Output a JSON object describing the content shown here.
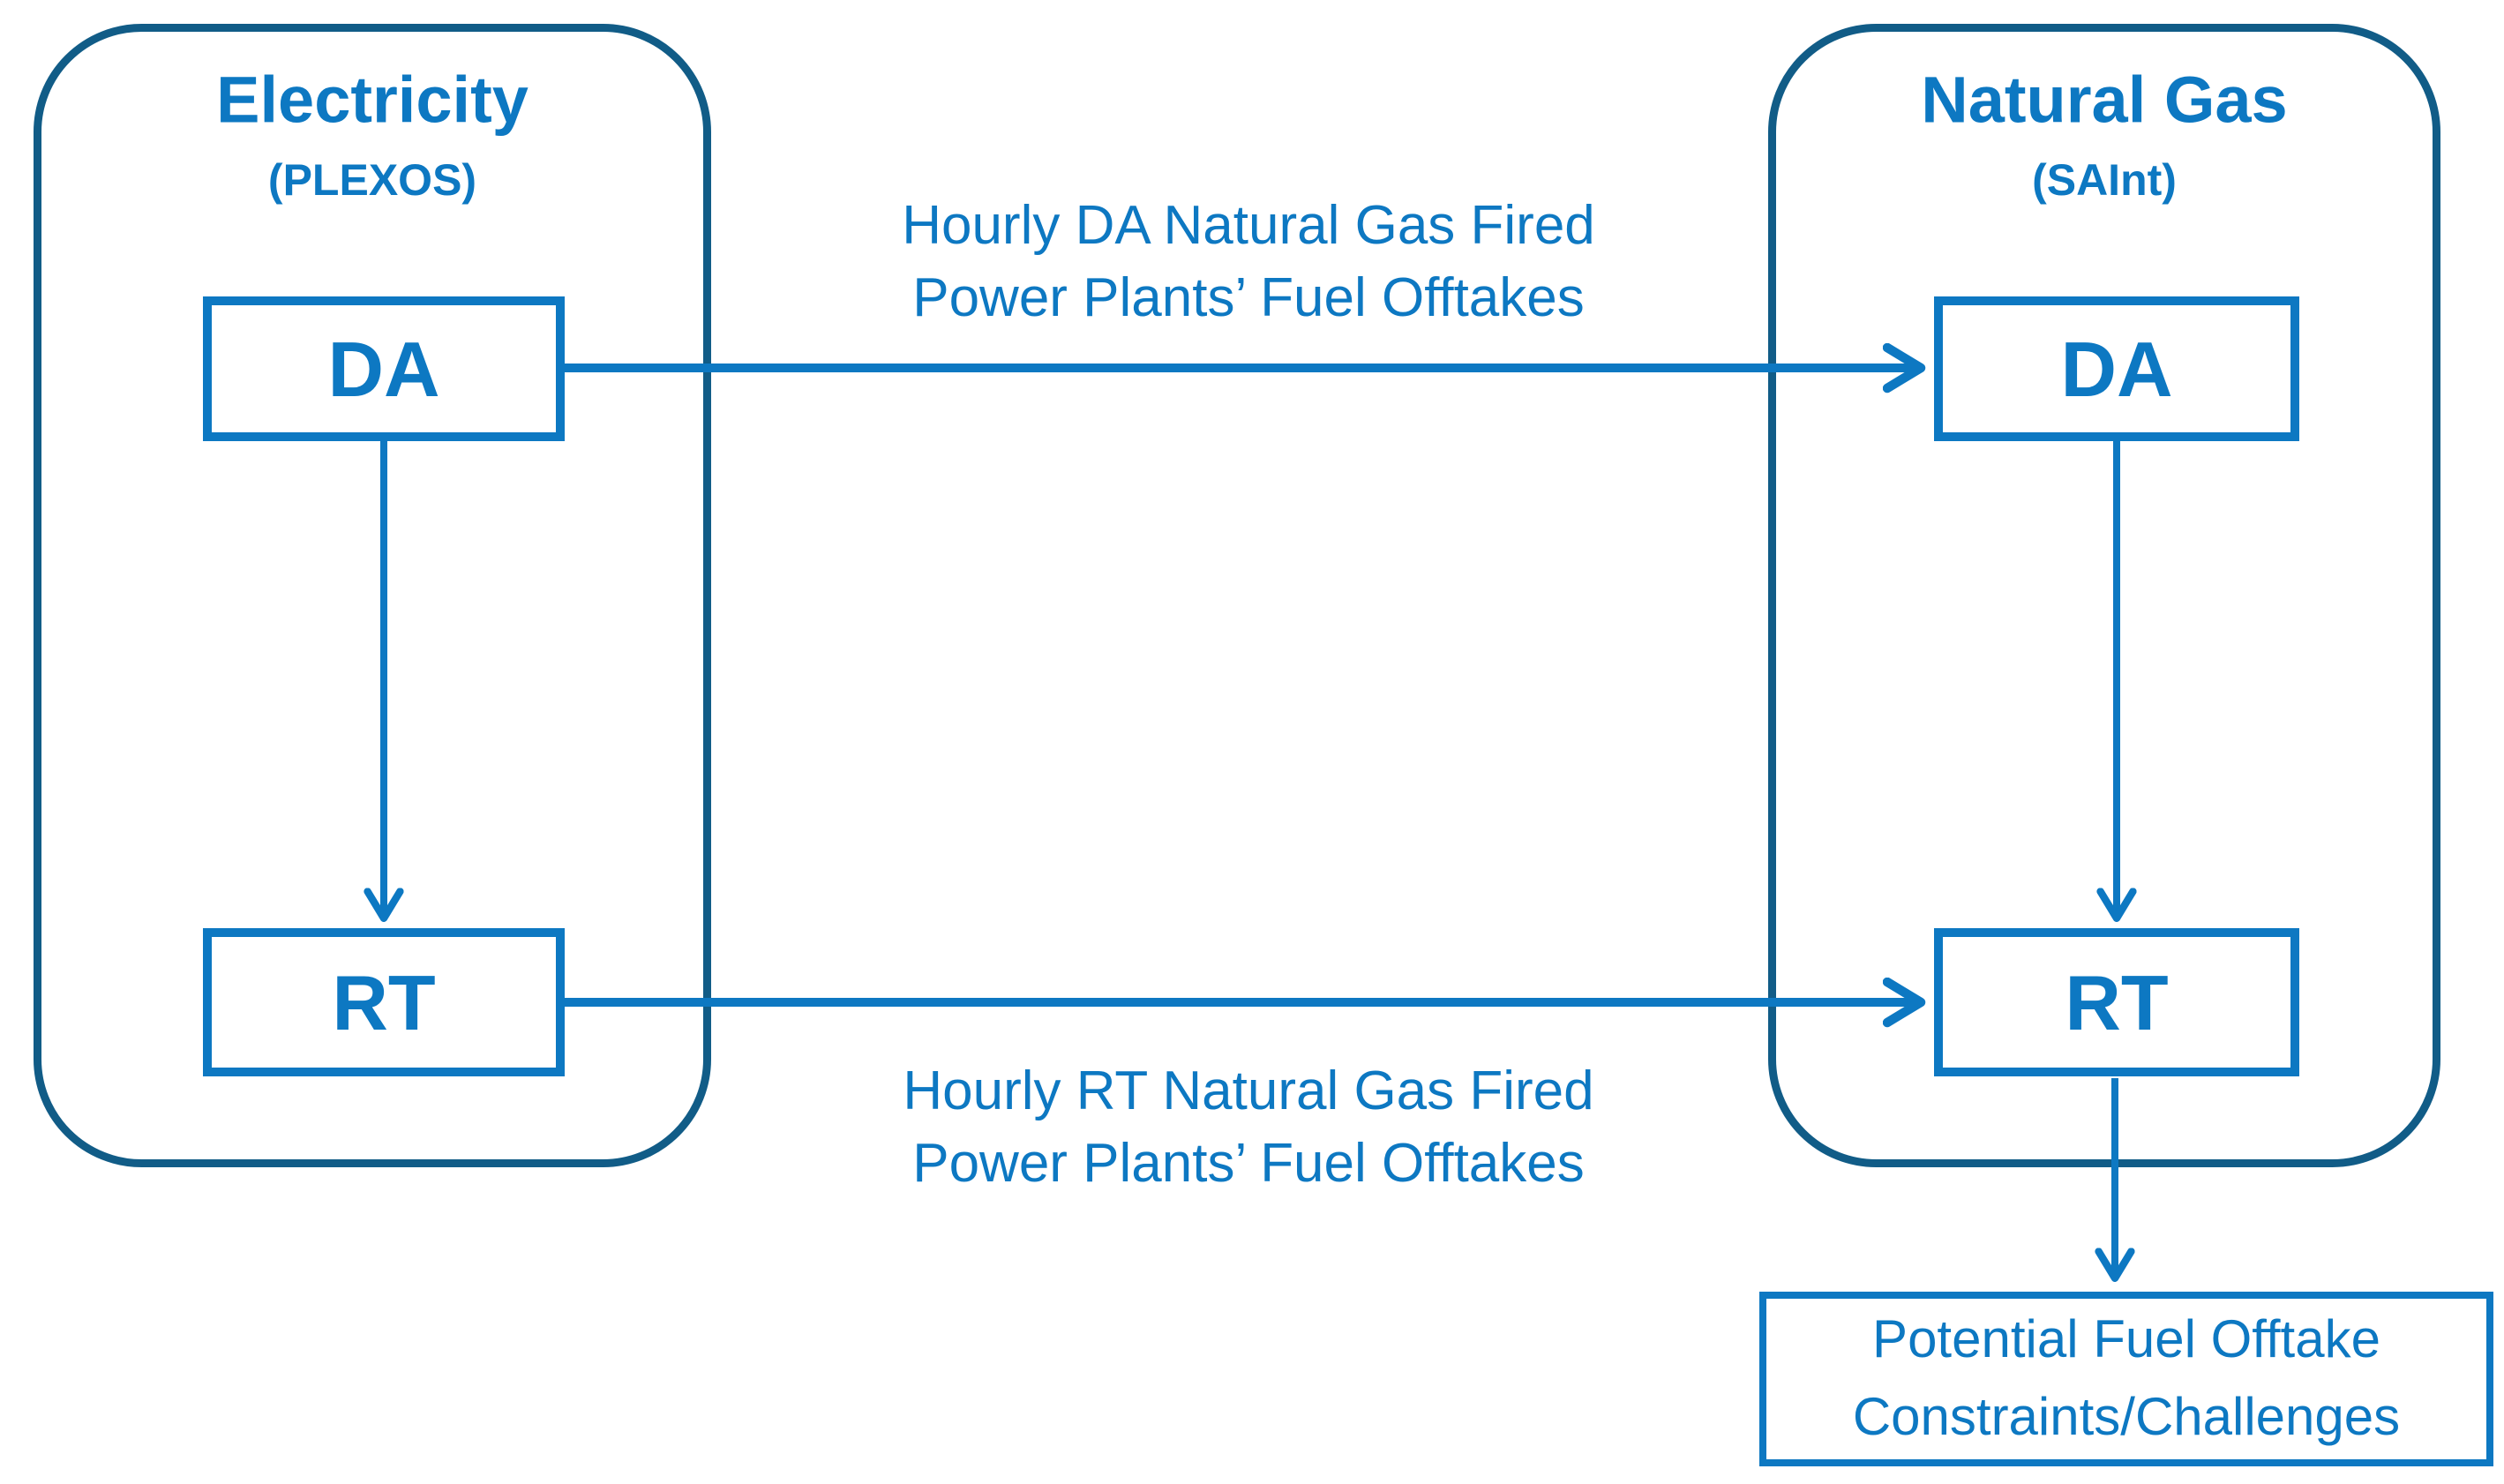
{
  "colors": {
    "accent": "#0d78c2",
    "outline": "#115c87",
    "background": "#ffffff"
  },
  "electricity": {
    "title": "Electricity",
    "subtitle": "(PLEXOS)",
    "da_label": "DA",
    "rt_label": "RT"
  },
  "natural_gas": {
    "title": "Natural Gas",
    "subtitle": "(SAInt)",
    "da_label": "DA",
    "rt_label": "RT"
  },
  "edges": {
    "da": {
      "line1": "Hourly DA Natural Gas Fired",
      "line2": "Power Plants’ Fuel Offtakes"
    },
    "rt": {
      "line1": "Hourly RT Natural Gas Fired",
      "line2": "Power Plants’ Fuel Offtakes"
    }
  },
  "output_box": {
    "line1": "Potential Fuel Offtake",
    "line2": "Constraints/Challenges"
  }
}
